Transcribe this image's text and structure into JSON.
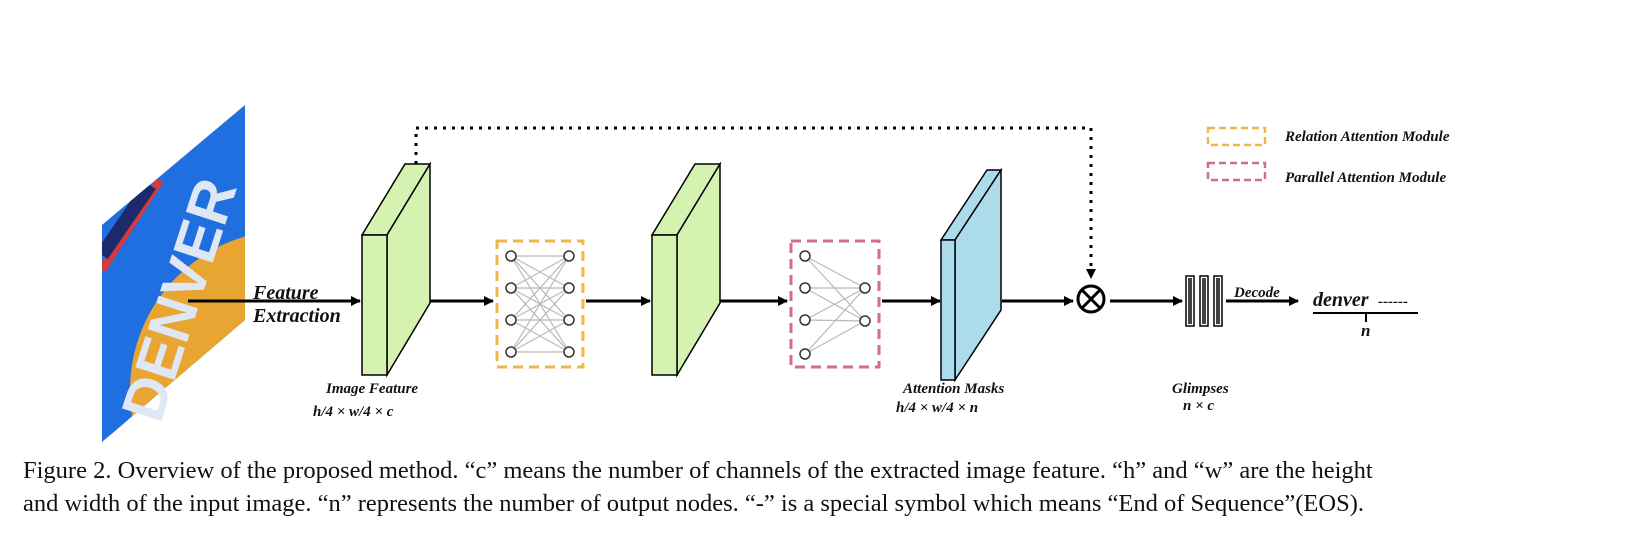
{
  "input_image": {
    "word": "DENVER",
    "colors": {
      "blue": "#1f6fe0",
      "orange": "#e8a532",
      "red": "#d63a3a",
      "navy": "#1c2a6b",
      "letters": "#dfe6f4"
    }
  },
  "labels": {
    "feature_extraction_1": "Feature",
    "feature_extraction_2": "Extraction",
    "image_feature": "Image Feature",
    "image_feature_dims": "h/4 × w/4 × c",
    "attention_masks": "Attention Masks",
    "attention_masks_dims": "h/4 × w/4 × n",
    "glimpses": "Glimpses",
    "glimpses_dims": "n × c",
    "decode": "Decode",
    "output_text": "denver",
    "output_eos": "------",
    "output_n": "n",
    "multiply_symbol": "⊗"
  },
  "legend": {
    "relation": {
      "label": "Relation Attention Module",
      "color": "#f0b64a"
    },
    "parallel": {
      "label": "Parallel Attention Module",
      "color": "#cf6f86"
    }
  },
  "colors": {
    "feature_block": "#d4f2b0",
    "mask_block": "#acdcec",
    "arrow": "#000000"
  },
  "caption": {
    "line1": "Figure 2. Overview of the proposed method. “c” means the number of channels of the extracted image feature. “h” and “w” are the height",
    "line2": "and width of the input image. “n” represents the number of output nodes. “-” is a special symbol which means “End of Sequence”(EOS)."
  }
}
